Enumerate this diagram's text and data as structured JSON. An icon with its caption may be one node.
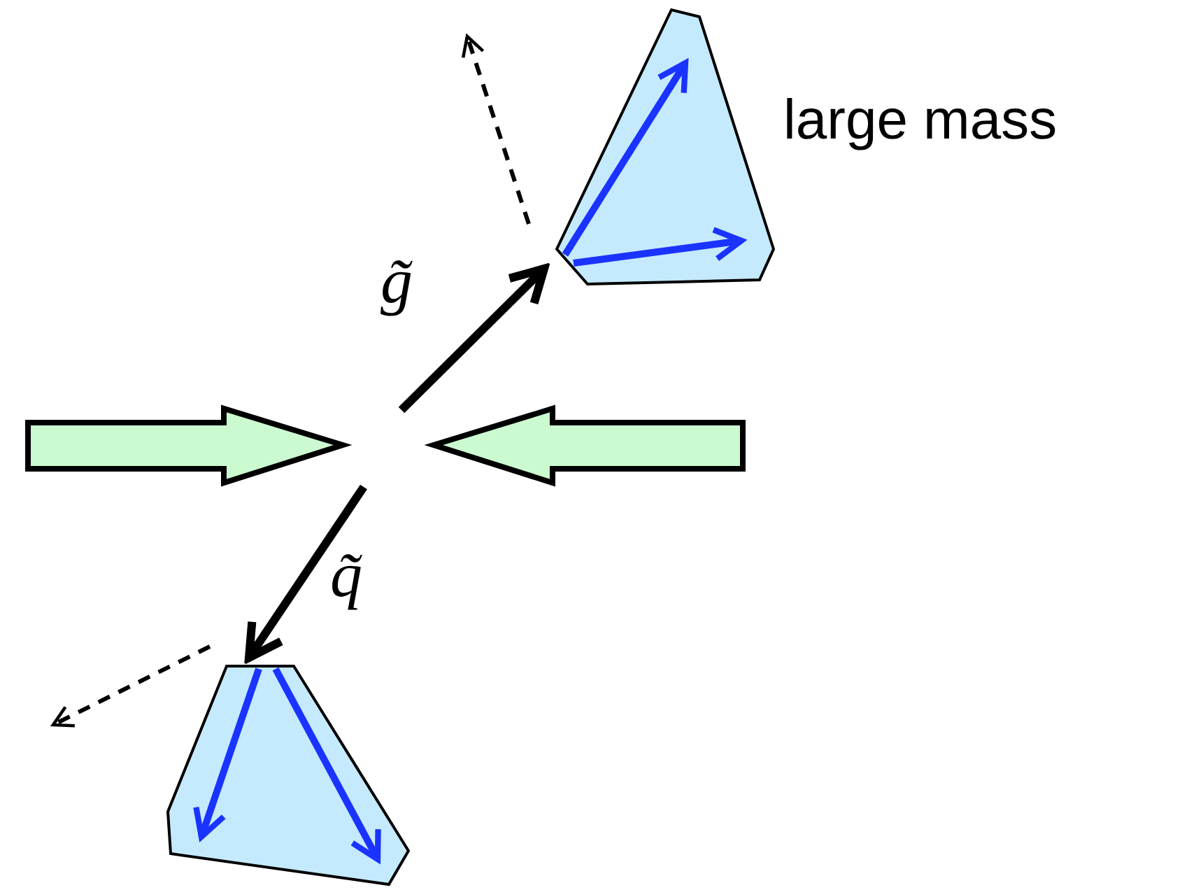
{
  "diagram": {
    "nodes": [
      {
        "text": [],
        "shape": "polygon",
        "beside": [
          "large mass"
        ]
      },
      {
        "text": [],
        "shape": "polygon"
      }
    ],
    "edges": [
      {
        "from": null,
        "to": 0,
        "arrow": "to",
        "label": "g̃"
      },
      {
        "from": null,
        "to": 1,
        "arrow": "to",
        "label": "q̃"
      }
    ]
  }
}
